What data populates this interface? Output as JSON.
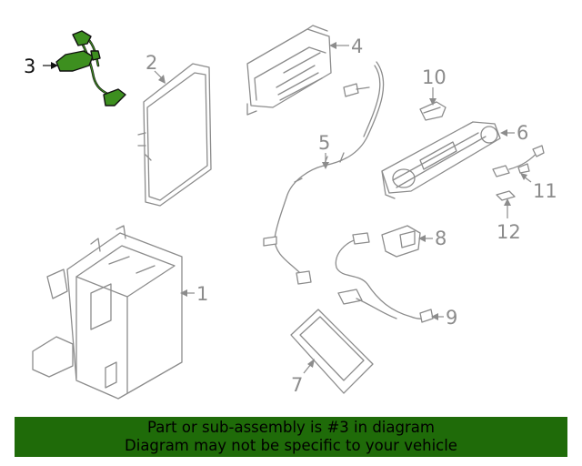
{
  "callouts": {
    "c1": "1",
    "c2": "2",
    "c3": "3",
    "c4": "4",
    "c5": "5",
    "c6": "6",
    "c7": "7",
    "c8": "8",
    "c9": "9",
    "c10": "10",
    "c11": "11",
    "c12": "12"
  },
  "highlight_color": "#3d8f1f",
  "banner": {
    "line1": "Part or sub-assembly is #3 in diagram",
    "line2": "Diagram may not be specific to your vehicle",
    "background": "#1f6b09"
  }
}
